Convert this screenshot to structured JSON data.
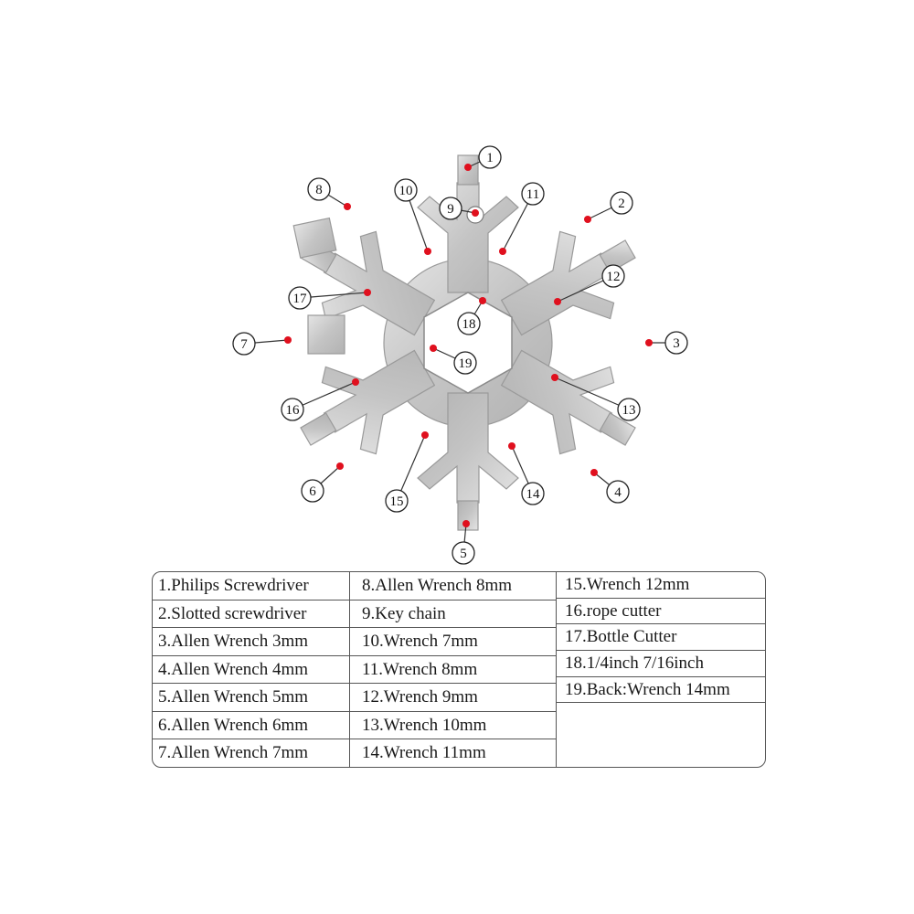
{
  "callouts": [
    "1",
    "2",
    "3",
    "4",
    "5",
    "6",
    "7",
    "8",
    "9",
    "10",
    "11",
    "12",
    "13",
    "14",
    "15",
    "16",
    "17",
    "18",
    "19"
  ],
  "legend": {
    "col1": [
      "1.Philips Screwdriver",
      "2.Slotted screwdriver",
      "3.Allen Wrench 3mm",
      "4.Allen Wrench 4mm",
      "5.Allen Wrench 5mm",
      "6.Allen Wrench 6mm",
      "7.Allen Wrench 7mm"
    ],
    "col2": [
      "8.Allen Wrench 8mm",
      "9.Key chain",
      "10.Wrench 7mm",
      "11.Wrench 8mm",
      "12.Wrench 9mm",
      "13.Wrench 10mm",
      "14.Wrench 11mm"
    ],
    "col3": [
      "15.Wrench 12mm",
      "16.rope cutter",
      "17.Bottle Cutter",
      "18.1/4inch  7/16inch",
      "19.Back:Wrench 14mm",
      ""
    ]
  },
  "colors": {
    "tool_metal": "#c9c9c9",
    "marker": "#e0101e",
    "outline": "#555555"
  }
}
